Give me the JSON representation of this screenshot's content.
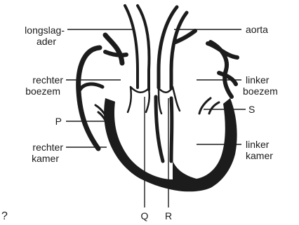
{
  "labels": {
    "pulmonary_artery_1": "longslag-",
    "pulmonary_artery_2": "ader",
    "aorta": "aorta",
    "right_atrium_1": "rechter",
    "right_atrium_2": "boezem",
    "left_atrium_1": "linker",
    "left_atrium_2": "boezem",
    "p": "P",
    "s": "S",
    "right_ventricle_1": "rechter",
    "right_ventricle_2": "kamer",
    "left_ventricle_1": "linker",
    "left_ventricle_2": "kamer",
    "q": "Q",
    "r": "R"
  },
  "question_mark": "?",
  "colors": {
    "ink": "#1c1c1c",
    "background": "#ffffff"
  }
}
